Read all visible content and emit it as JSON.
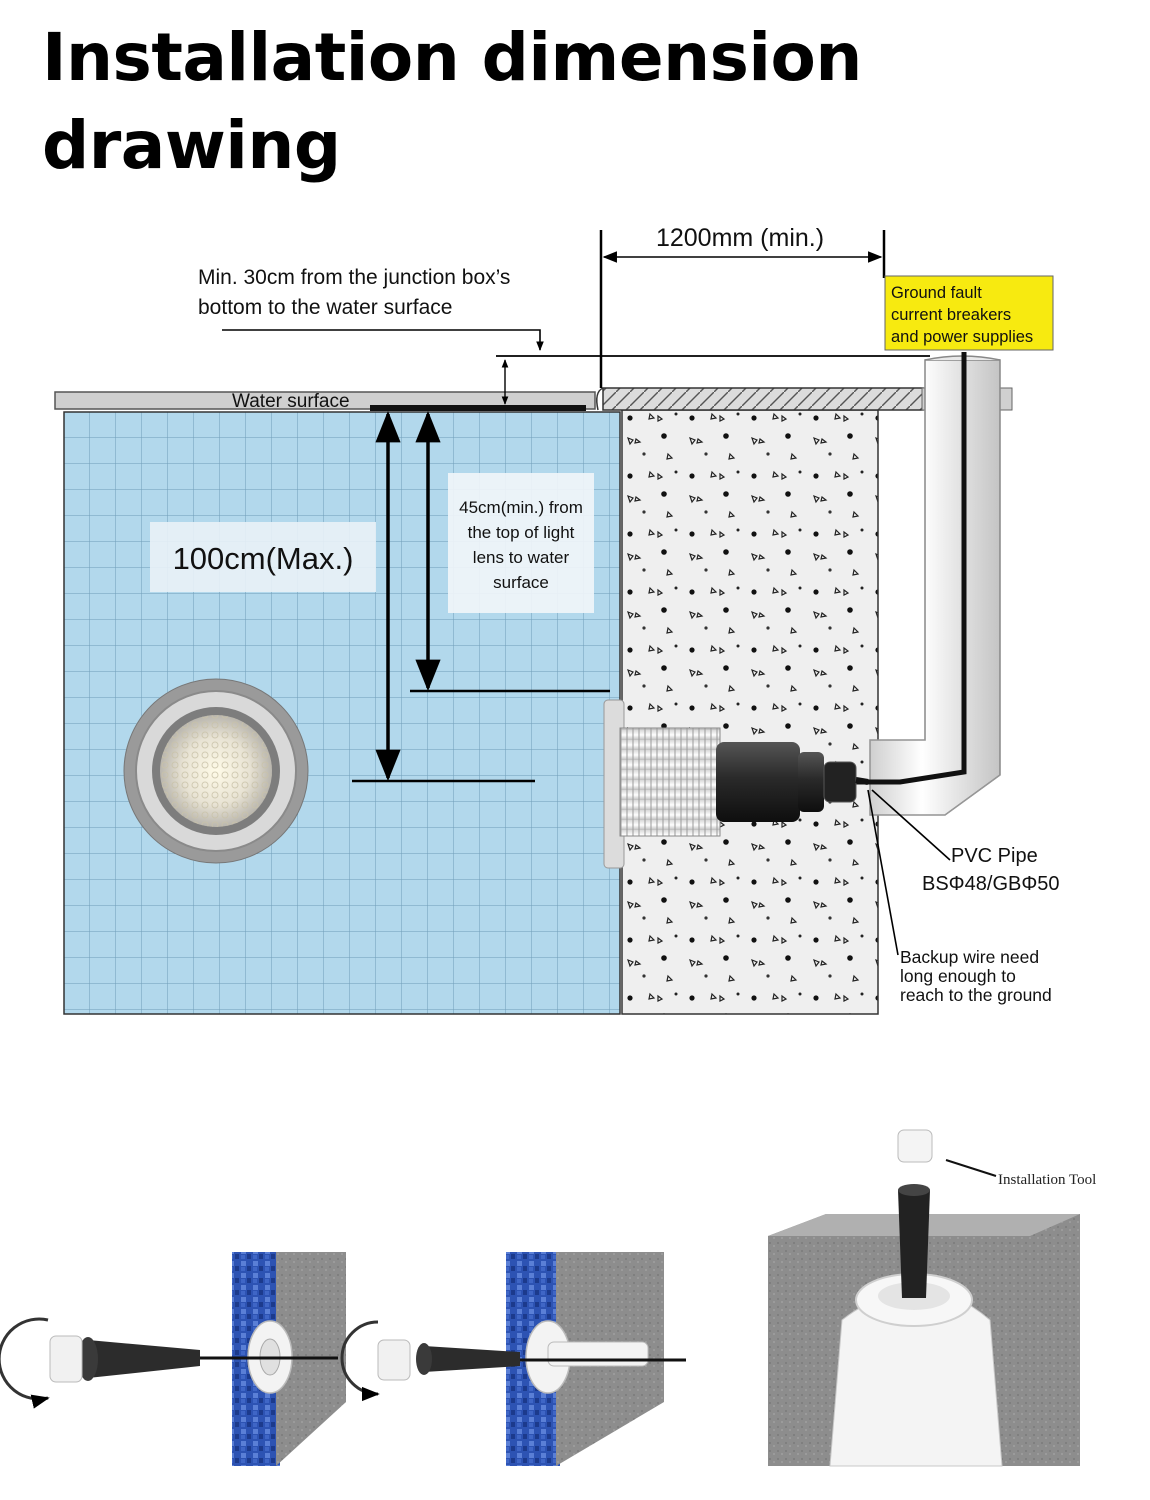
{
  "page": {
    "title": "Installation dimension drawing"
  },
  "diagram": {
    "water_surface": "Water surface",
    "distance_min": "1200mm (min.)",
    "junction_note": [
      "Min. 30cm from the junction box’s",
      "bottom to the water surface"
    ],
    "breaker_note": [
      "Ground fault",
      "current breakers",
      "and power supplies"
    ],
    "max_depth": "100cm(Max.)",
    "lens_note": [
      "45cm(min.) from",
      "the top of light",
      "lens to water",
      "surface"
    ],
    "pipe_note": [
      "PVC Pipe",
      "BSΦ48/GBΦ50"
    ],
    "backup_note": [
      "Backup wire need",
      "long enough to",
      "reach to the ground"
    ]
  },
  "photos": {
    "installation_tool": "Installation Tool"
  },
  "colors": {
    "pool_water": "#b2d8ec",
    "tile_grid": "#6f9db8",
    "breaker_box": "#f7ea10",
    "concrete": "#eeeeee",
    "pipe": "#f2f2f2"
  }
}
